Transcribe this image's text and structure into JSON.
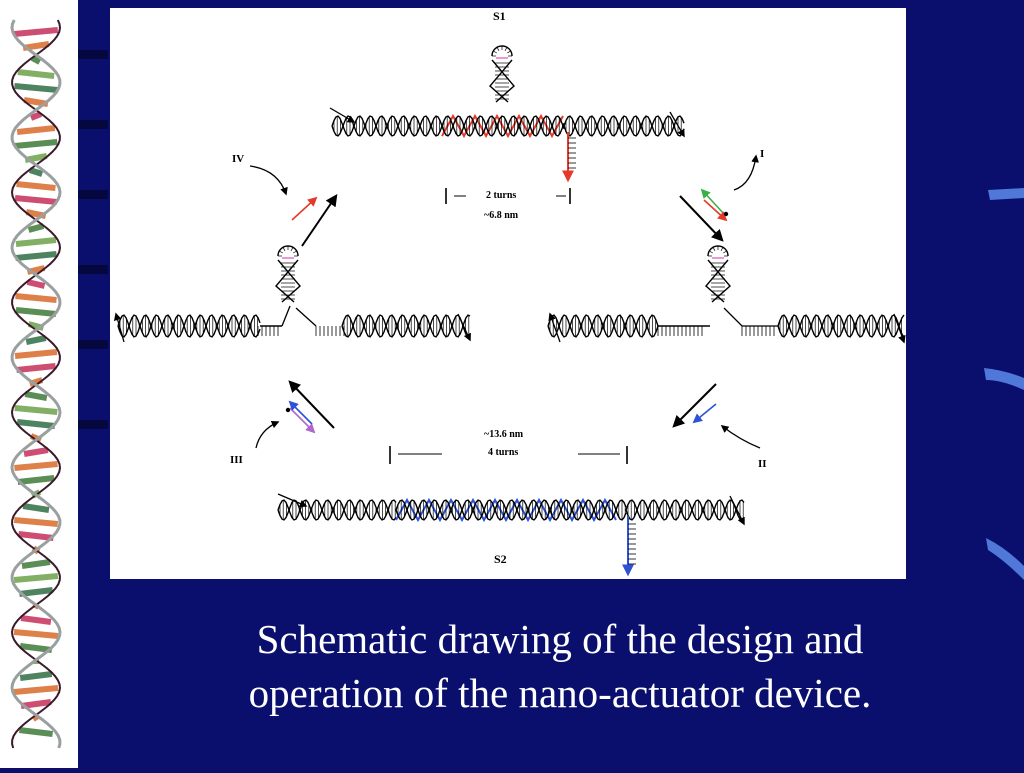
{
  "colors": {
    "background": "#0a0f6e",
    "panel": "#ffffff",
    "strand_red": "#e53a2b",
    "strand_blue": "#2d52d6",
    "strand_green": "#3bb04a",
    "strand_violet": "#b066cc",
    "hairpin_pink": "#e87fc6"
  },
  "diagram": {
    "state_top": "S1",
    "state_bottom": "S2",
    "step_1": "I",
    "step_2": "II",
    "step_3": "III",
    "step_4": "IV",
    "top_dimension_turns": "2 turns",
    "top_dimension_length": "~6.8 nm",
    "bottom_dimension_length": "~13.6 nm",
    "bottom_dimension_turns": "4 turns"
  },
  "caption": {
    "line1": "Schematic drawing of the design and",
    "line2": "operation of the nano-actuator device."
  }
}
